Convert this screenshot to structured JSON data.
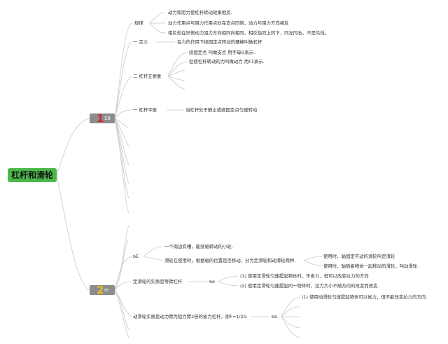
{
  "root": {
    "label": "杠杆和滑轮"
  },
  "sections": [
    {
      "num": "1",
      "num_color": "#d9242c",
      "label": "S8",
      "items": {
        "rule": {
          "label": "规律",
          "children": [
            "动力和阻力使杠杆转动效果相反.",
            "动力作用点与阻力作用点处在支点同侧，动力与阻力方向相反",
            "相反处在异侧动力阻力方向相同向相同，相反指同上同下，同左同右，不是共线。"
          ]
        },
        "definition": {
          "label": "一  定义",
          "child": "在力的作用下绕固定点转动的硬棒叫做杠杆"
        },
        "five_elements": {
          "label": "二  杠杆五要素",
          "children": [
            "绕固定点  叫做支点  用字母O表示.",
            "促使杠杆转动的力叫做动力  用F1表示."
          ]
        },
        "balance": {
          "label": "一  杠杆平衡",
          "child": "当杠杆处于静止或绕固定点匀速转动"
        }
      }
    },
    {
      "num": "2",
      "num_color": "#e5c21a",
      "label": "m",
      "items": {
        "be": {
          "label": "bE",
          "children": [
            "一个周边有槽，能绕轴转动的小轮.",
            "滑轮在使用时，根据轴的位置是否移动，分为定滑轮和动滑轮两种."
          ],
          "sub": [
            "使用时，轴固定不动的滑轮叫定滑轮",
            "使用时，轴随着物体一起移动的滑轮，叫动滑轮."
          ]
        },
        "fixed": {
          "label": "定滑轮的实质是等臂杠杆",
          "mid": "be",
          "children": [
            "(1)  使用定滑轮匀速提起物体时，不省力，但可以改变拉力的方向",
            "(2)  使用定滑轮匀速提起同一物体时，拉力大小不随方向的改变而改变."
          ]
        },
        "movable": {
          "label": "动滑轮实质是动力臂为阻力臂2倍的省力杠杆，即F=1/2G",
          "mid": "be",
          "children": [
            "(1)  使用动滑轮匀速提起物体可以省力，但不能改变拉力的方向."
          ]
        }
      }
    }
  ]
}
